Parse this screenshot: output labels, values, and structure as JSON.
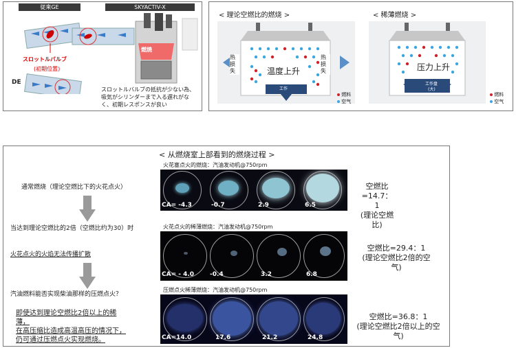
{
  "top_left": {
    "ge_label": "従来GE",
    "skyactiv_label": "SKYACTIV-X",
    "throttle_label": "スロットルバルブ",
    "initial_position": "(初期位置)",
    "de_label": "DE",
    "combustion_label": "燃焼",
    "caption_line1": "スロットルバルブの抵抗が少ない為、",
    "caption_line2": "吸気がシリンダーまで入る遅れがな",
    "caption_line3": "く、初期レスポンスが良い"
  },
  "top_right": {
    "left_title": "< 理论空燃比的燃烧 >",
    "right_title": "< 稀薄燃烧 >",
    "heat_loss": "热损失",
    "temp_rise": "温度上升",
    "pressure_rise": "压力上升",
    "work": "工作",
    "work_disk_line1": "工作盘",
    "work_disk_line2": "(大)",
    "legend_fuel": "燃料",
    "legend_air": "空气",
    "fuel_color": "#d0202a",
    "air_color": "#3aa6e0"
  },
  "bottom": {
    "title": "< 从燃烧室上部看到的燃烧过程 >",
    "steps": {
      "s1": "通常燃烧（理论空燃比下的火花点火）",
      "s2": "当达到理论空燃比的2倍（空燃比约为30）时",
      "s3": "火花点火的火焰无法传播扩散",
      "s4": "汽油燃料能否实现柴油那样的压燃点火？",
      "s5_line1": "即使达到理论空燃比2倍以上的稀",
      "s5_line2": "薄，",
      "s5_line3": "在高压缩比造成高温高压的情况下，",
      "s5_line4": "仍可通过压燃点火实现燃烧。"
    },
    "rows": [
      {
        "header": "火花塞点火的燃烧：汽油发动机@750rpm",
        "ca": [
          "CA= -4.3",
          "-0.7",
          "2.9",
          "6.5"
        ],
        "ratio_lines": [
          "空燃比=14.7：",
          "1",
          "(理论空燃",
          "比)"
        ]
      },
      {
        "header": "火花点火的稀薄燃烧：汽油发动机@750rpm",
        "ca": [
          "CA= - 4.0",
          "-0.4",
          "3.2",
          "6.8"
        ],
        "ratio_lines": [
          "空燃比=29.4：1",
          "(理论空燃比2倍的空",
          "气)"
        ]
      },
      {
        "header": "压燃点火稀薄燃烧：汽油发动机@750rpm",
        "ca": [
          "CA=14.0",
          "17.6",
          "21.2",
          "24.8"
        ],
        "ratio_lines": [
          "空燃比=36.8：1",
          "(理论空燃比2倍以上的空",
          "气)"
        ]
      }
    ]
  }
}
